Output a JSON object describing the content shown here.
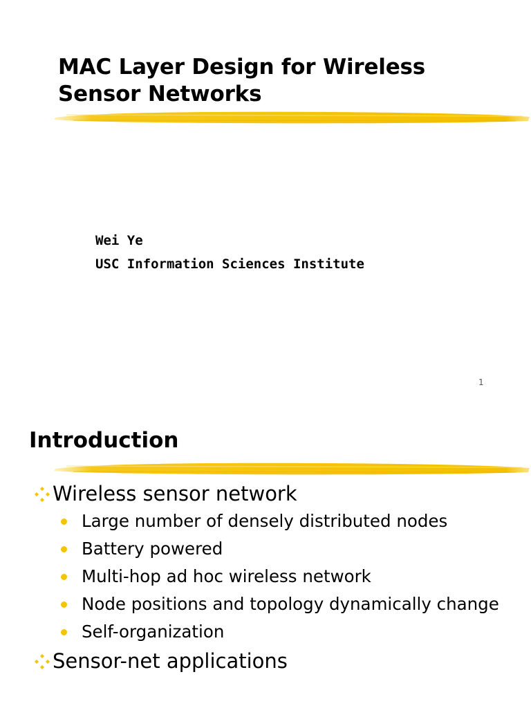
{
  "slide1": {
    "title_line1": "MAC Layer Design for Wireless",
    "title_line2": "Sensor Networks",
    "author": "Wei Ye",
    "institution": "USC Information Sciences Institute",
    "page_number": "1"
  },
  "slide2": {
    "title": "Introduction",
    "items": [
      {
        "label": "Wireless sensor network",
        "subitems": [
          "Large number of densely distributed nodes",
          "Battery powered",
          "Multi-hop ad hoc wireless network",
          "Node positions and topology dynamically change",
          "Self-organization"
        ]
      },
      {
        "label": "Sensor-net applications",
        "subitems": []
      }
    ]
  },
  "colors": {
    "accent_yellow": "#f5c400",
    "text": "#000000",
    "background": "#ffffff"
  },
  "icons": {
    "level1_bullet": "diamond-cluster-icon",
    "level2_bullet": "yellow-dot-icon"
  }
}
